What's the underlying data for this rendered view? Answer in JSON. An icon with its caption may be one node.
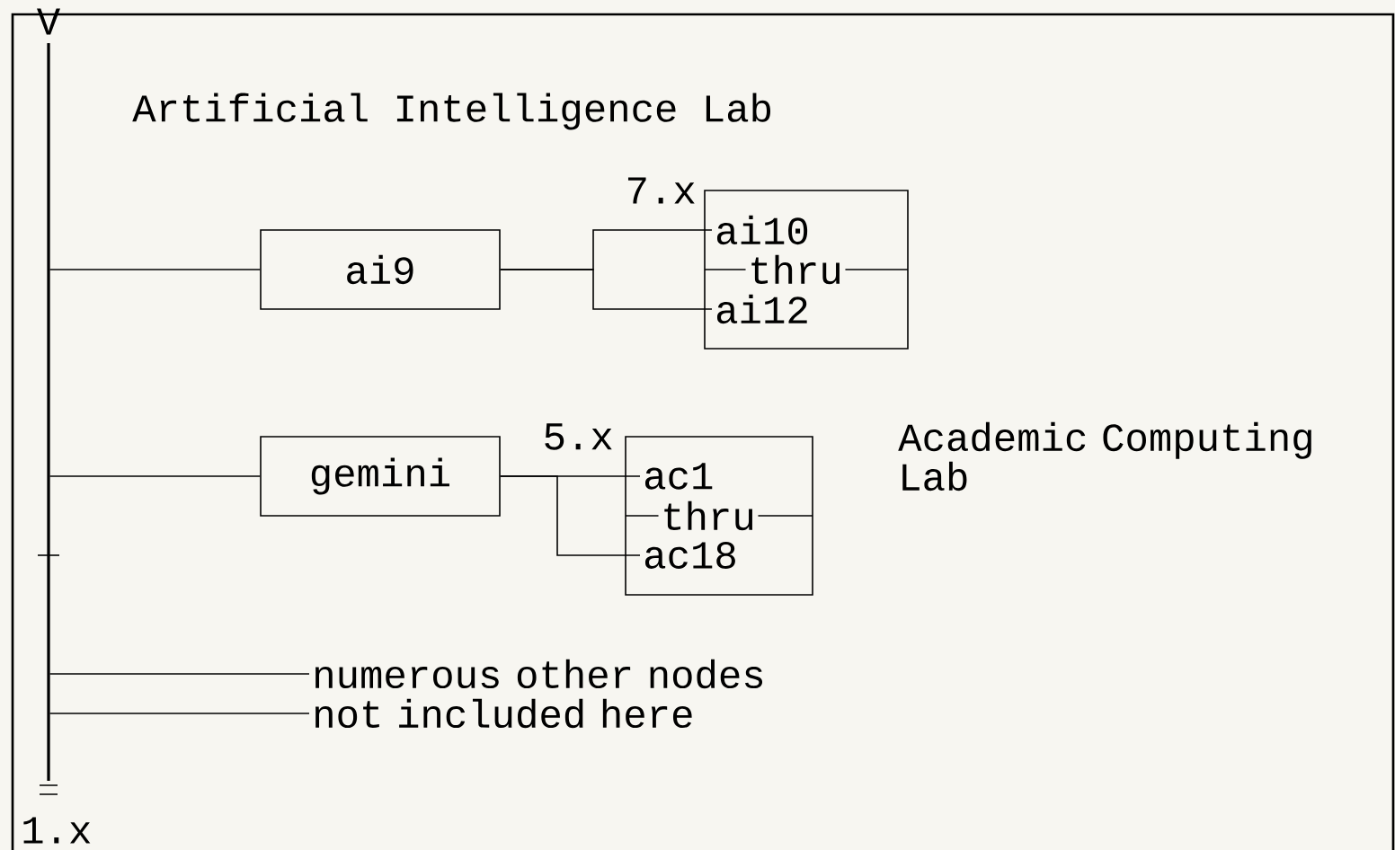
{
  "diagram": {
    "nodes": [
      {
        "text": [],
        "shape": "bar",
        "beside": [
          "V",
          "1.x"
        ]
      },
      {
        "text": [
          "ai9"
        ]
      },
      {
        "text": [
          "7.x"
        ]
      },
      {
        "text": [
          "ai10"
        ],
        "in": 2
      },
      {
        "text": [
          "ai12"
        ],
        "in": 2
      },
      {
        "text": [
          "gemini"
        ]
      },
      {
        "text": [
          "5.x"
        ]
      },
      {
        "text": [
          "ac1"
        ],
        "in": 6
      },
      {
        "text": [
          "ac18"
        ],
        "in": 6
      },
      {
        "text": [
          "numerous other nodes not included here"
        ]
      }
    ],
    "edges": [
      {
        "from": 0,
        "to": 1,
        "arrow": "none"
      },
      {
        "from": 1,
        "to": 3,
        "arrow": "none"
      },
      {
        "from": 1,
        "to": 4,
        "arrow": "none"
      },
      {
        "from": 0,
        "to": 5,
        "arrow": "none"
      },
      {
        "from": 5,
        "to": 7,
        "arrow": "none"
      },
      {
        "from": 5,
        "to": 8,
        "arrow": "none"
      },
      {
        "from": 0,
        "to": 9,
        "arrow": "none"
      },
      {
        "from": 0,
        "to": 9,
        "arrow": "none"
      }
    ],
    "labels": [
      "Artificial Intelligence Lab",
      "thru",
      "Academic Computing Lab",
      "thru"
    ]
  }
}
